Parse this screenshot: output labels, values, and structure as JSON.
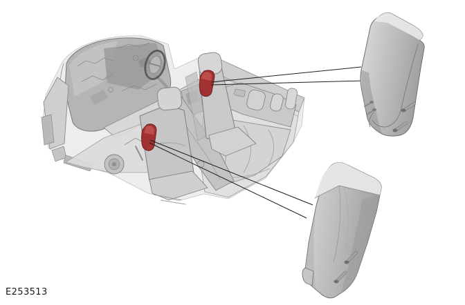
{
  "figure": {
    "label": "E253513"
  },
  "colors": {
    "background": "#ffffff",
    "label_text": "#1a1a1a",
    "leader_line": "#1c1c1c",
    "highlight": "#a23232",
    "highlight_dark": "#701d1d",
    "highlight_light": "#c45858",
    "outline": "#6e6e6e",
    "body_light": "#e6e6e6",
    "body_mid": "#c8c8c8",
    "body_dark": "#9a9a9a"
  },
  "diagram": {
    "type": "vehicle-interior-cutaway-with-part-callouts",
    "highlighted_modules": [
      {
        "name": "seat-side-module-upper",
        "color": "#a23232"
      },
      {
        "name": "seat-side-module-lower",
        "color": "#a23232"
      }
    ],
    "detail_views": [
      {
        "name": "airbag-module-detail-upper"
      },
      {
        "name": "airbag-module-detail-lower"
      }
    ],
    "leader_lines": 4
  }
}
